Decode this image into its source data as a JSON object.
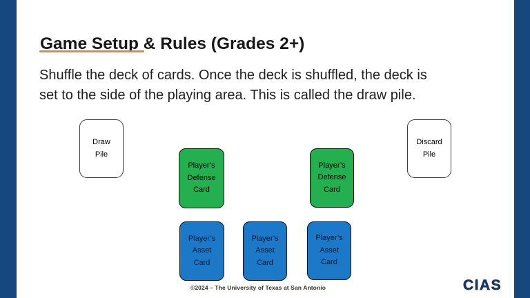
{
  "slide": {
    "title": "Game Setup & Rules (Grades 2+)",
    "body_lines": [
      "Shuffle the deck of cards. Once the deck is shuffled, the deck is",
      "set to the side of the playing area. This is called the draw pile."
    ]
  },
  "diagram": {
    "cards": [
      {
        "id": "draw-pile",
        "type": "pile",
        "label": "Draw\nPile"
      },
      {
        "id": "defense-card-1",
        "type": "defense",
        "label": "Player’s\nDefense\nCard"
      },
      {
        "id": "defense-card-2",
        "type": "defense",
        "label": "Player’s\nDefense\nCard"
      },
      {
        "id": "asset-card-1",
        "type": "asset",
        "label": "Player’s\nAsset\nCard"
      },
      {
        "id": "asset-card-2",
        "type": "asset",
        "label": "Player’s\nAsset\nCard"
      },
      {
        "id": "asset-card-3",
        "type": "asset",
        "label": "Player’s\nAsset\nCard"
      },
      {
        "id": "discard-pile",
        "type": "pile",
        "label": "Discard\nPile"
      }
    ]
  },
  "footer": {
    "copyright": "©2024 – The University of Texas at San Antonio",
    "logo_text": "CIAS"
  },
  "colors": {
    "side_bar_blue": "#17477F",
    "defense_card_green": "#24AF51",
    "asset_card_blue": "#1B79C8",
    "title_underline_orange": "#E08A3C",
    "logo_navy": "#1C3664"
  }
}
